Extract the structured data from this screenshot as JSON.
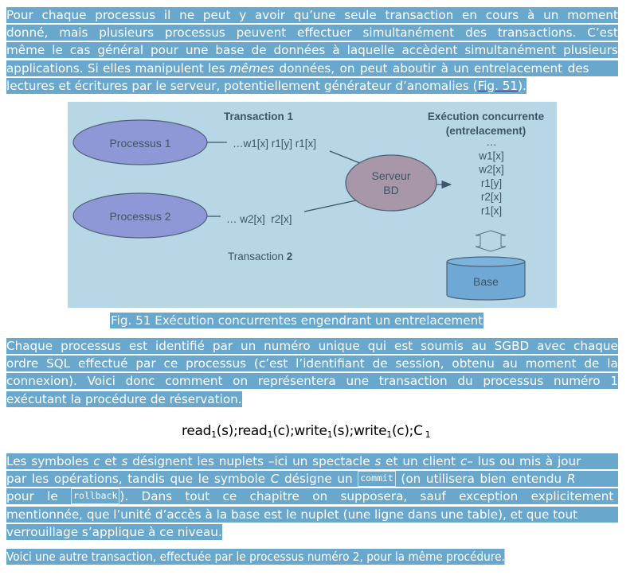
{
  "paragraph1": {
    "lines": [
      "Pour chaque processus il ne peut y avoir qu’une seule transaction en cours à un moment",
      "donné, mais plusieurs processus peuvent effectuer simultanément des transactions. C’est",
      "même le cas général pour une base de données à laquelle accèdent simultanément plusieurs"
    ],
    "line4_before": "applications. Si elles manipulent les ",
    "line4_italic": "mêmes",
    "line4_after": " données, on peut aboutir à un entrelacement des",
    "line5_before": "lectures et écritures par le serveur, potentiellement générateur d’anomalies (",
    "line5_link": "Fig. 51",
    "line5_after": ")."
  },
  "figure": {
    "colors": {
      "background": "#b7d6e6",
      "process_fill": "#8f98d6",
      "server_fill": "#a797a8",
      "database_fill": "#6fa8d5",
      "ink": "#3d5566"
    },
    "transaction1_label": "Transaction 1",
    "transaction2_label_prefix": "Transaction ",
    "transaction2_label_bold": "2",
    "process1": "Processus 1",
    "process2": "Processus 2",
    "ops1": "…w1[x] r1[y] r1[x]",
    "ops2": "… w2[x]  r2[x]",
    "server_line1": "Serveur",
    "server_line2": "BD",
    "exec_title_line1": "Exécution concurrente",
    "exec_title_line2": "(entrelacement)",
    "exec_ops": [
      "…",
      "w1[x]",
      "w2[x]",
      "r1[y]",
      "r2[x]",
      "r1[x]"
    ],
    "database": "Base"
  },
  "caption": "Fig. 51 Exécution concurrentes engendrant un entrelacement",
  "paragraph2": {
    "lines": [
      "Chaque processus est identifié par un numéro unique qui est soumis au SGBD avec chaque",
      "ordre SQL effectué par ce processus (c’est l’identifiant de session, obtenu au moment de la",
      "connexion). Voici donc comment on représentera une transaction du processus numéro 1"
    ],
    "last_line": "exécutant la procédure de réservation."
  },
  "formula": {
    "parts": [
      {
        "text": "read",
        "sub": "1",
        "rest": "(s);"
      },
      {
        "text": "read",
        "sub": "1",
        "rest": "(c);"
      },
      {
        "text": "write",
        "sub": "1",
        "rest": "(s);"
      },
      {
        "text": "write",
        "sub": "1",
        "rest": "(c);"
      },
      {
        "text": "C",
        "sub": "1",
        "rest": ""
      }
    ]
  },
  "paragraph3": {
    "l1_a": "Les symboles ",
    "l1_c": "c",
    "l1_b": " et ",
    "l1_s": "s",
    "l1_d": " désignent les nuplets –ici un spectacle ",
    "l1_s2": "s",
    "l1_e": " et un client ",
    "l1_c2": "c",
    "l1_f": "– lus ou mis à jour",
    "l2_a": "par les opérations, tandis que le symbole ",
    "l2_C": "C",
    "l2_b": " désigne un ",
    "l2_code": "commit",
    "l2_c": " (on utilisera bien entendu ",
    "l2_R": "R",
    "l3_a": "pour le ",
    "l3_code": "rollback",
    "l3_b": "). Dans tout ce chapitre on supposera, sauf exception explicitement",
    "l4": "mentionnée, que l’unité d’accès à la base est le nuplet (une ligne dans une table), et que tout",
    "l5": "verrouillage s’applique à ce niveau."
  },
  "paragraph4": "Voici une autre transaction, effectuée par le processus numéro 2, pour la même procédure."
}
